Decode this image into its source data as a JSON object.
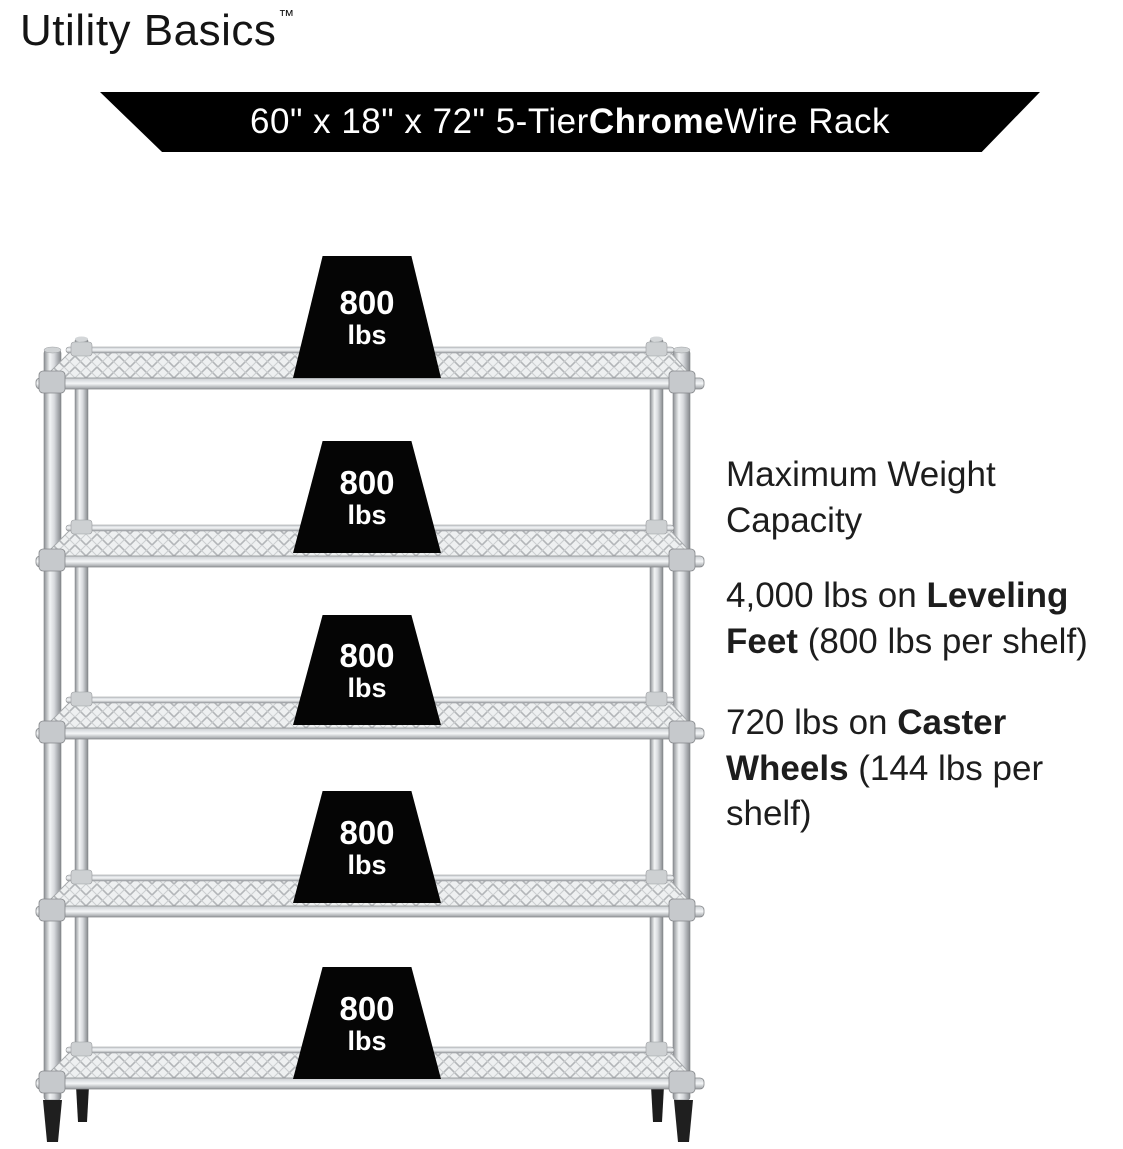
{
  "brand": {
    "name": "Utility Basics",
    "tm": "™"
  },
  "banner": {
    "prefix": "60\" x 18\" x 72\" 5-Tier ",
    "highlight": "Chrome",
    "suffix": " Wire Rack"
  },
  "weights": [
    {
      "value": "800",
      "unit": "lbs"
    },
    {
      "value": "800",
      "unit": "lbs"
    },
    {
      "value": "800",
      "unit": "lbs"
    },
    {
      "value": "800",
      "unit": "lbs"
    },
    {
      "value": "800",
      "unit": "lbs"
    }
  ],
  "info": {
    "heading": "Maximum Weight Capacity",
    "leveling": {
      "prefix": "4,000 lbs on ",
      "bold": "Leveling Feet",
      "suffix": " (800 lbs per shelf)"
    },
    "caster": {
      "prefix": "720 lbs on ",
      "bold": "Caster Wheels",
      "suffix": " (144 lbs per shelf)"
    }
  },
  "colors": {
    "banner_bg": "#000000",
    "banner_text": "#ffffff",
    "weight_bg": "#050505",
    "weight_text": "#ffffff",
    "body_text": "#1d1d1d",
    "chrome_light": "#f2f4f5",
    "chrome_dark": "#85888c"
  }
}
